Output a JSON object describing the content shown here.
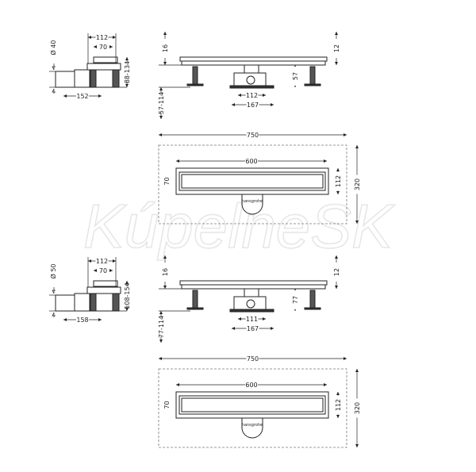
{
  "watermark": "KúpelneSK",
  "brand_mark": "hansgrohe",
  "colors": {
    "line": "#222222",
    "dash": "#777777",
    "watermark": "#e6e6e6"
  },
  "sets": [
    {
      "side": {
        "width_top": "112",
        "width_inner": "70",
        "pipe": "Ø 40",
        "height": "88-134",
        "length": "152"
      },
      "front": {
        "top_left": "16",
        "top_right": "12",
        "drop": "57",
        "base": "57-114",
        "box_inner": "112",
        "box_outer": "167"
      },
      "plan": {
        "total_length": "750",
        "grate_length": "600",
        "grate_width": "70",
        "channel_width": "112",
        "total_width": "320"
      }
    },
    {
      "side": {
        "width_top": "112",
        "width_inner": "70",
        "pipe": "Ø 50",
        "height": "108-154",
        "length": "158"
      },
      "front": {
        "top_left": "16",
        "top_right": "12",
        "drop": "77",
        "base": "77-114",
        "box_inner": "111",
        "box_outer": "167"
      },
      "plan": {
        "total_length": "750",
        "grate_length": "600",
        "grate_width": "70",
        "channel_width": "112",
        "total_width": "320"
      }
    }
  ]
}
